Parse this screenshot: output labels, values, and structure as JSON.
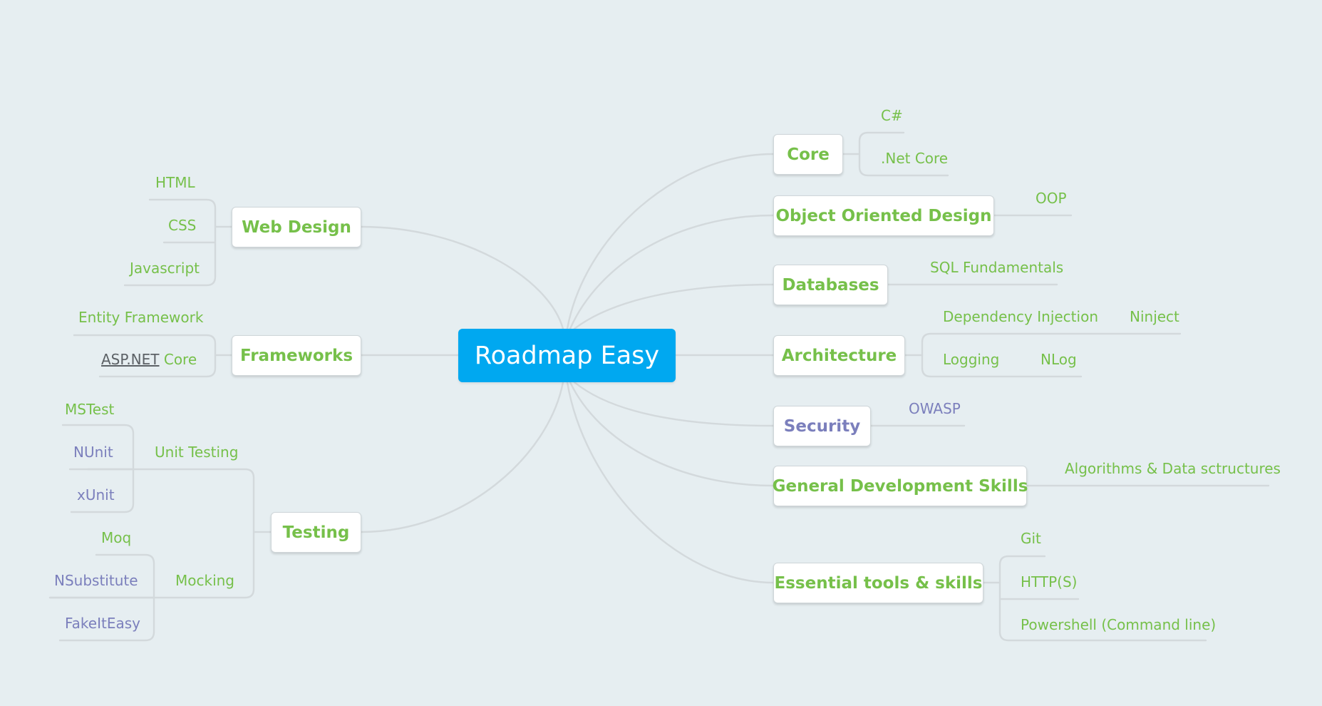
{
  "root": {
    "label": "Roadmap Easy"
  },
  "nodes": {
    "web_design": "Web Design",
    "frameworks": "Frameworks",
    "testing": "Testing",
    "core": "Core",
    "ood": "Object Oriented Design",
    "databases": "Databases",
    "architecture": "Architecture",
    "security": "Security",
    "general": "General Development Skills",
    "tools": "Essential tools & skills"
  },
  "leaves": {
    "html": "HTML",
    "css": "CSS",
    "javascript": "Javascript",
    "entity_framework": "Entity Framework",
    "aspnet": "ASP.NET",
    "aspnet_core": "Core",
    "unit_testing": "Unit Testing",
    "mstest": "MSTest",
    "nunit": "NUnit",
    "xunit": "xUnit",
    "mocking": "Mocking",
    "moq": "Moq",
    "nsubstitute": "NSubstitute",
    "fakeiteasy": "FakeItEasy",
    "csharp": "C#",
    "netcore": ".Net Core",
    "oop": "OOP",
    "sql": "SQL Fundamentals",
    "di": "Dependency Injection",
    "ninject": "Ninject",
    "logging": "Logging",
    "nlog": "NLog",
    "owasp": "OWASP",
    "algorithms": "Algorithms & Data sctructures",
    "git": "Git",
    "https": "HTTP(S)",
    "powershell": "Powershell (Command line)"
  },
  "colors": {
    "background": "#e6eef1",
    "root": "#00a8f0",
    "green_text": "#76c04a",
    "purple_text": "#7b7fbc",
    "connector": "#d3d9dc"
  }
}
